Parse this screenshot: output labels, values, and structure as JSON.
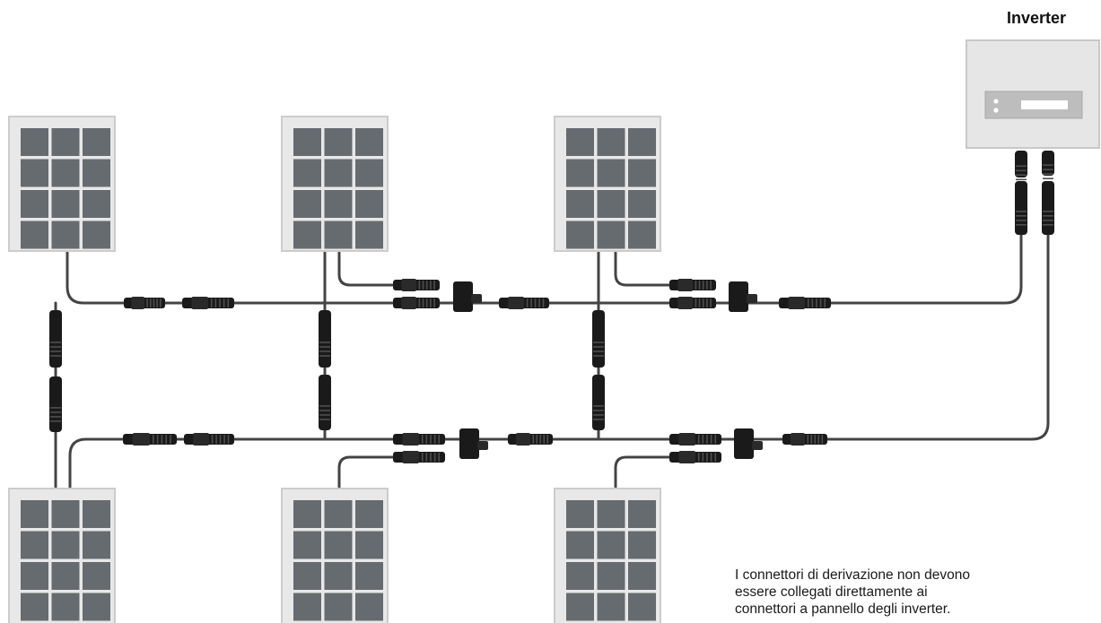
{
  "inverter": {
    "title": "Inverter"
  },
  "note": {
    "lines": [
      "I connettori di derivazione non devono",
      "essere collegati direttamente ai",
      "connettori a pannello degli inverter."
    ]
  },
  "colors": {
    "panel_frame": "#e8e8e8",
    "panel_border": "#cccccc",
    "panel_cell": "#666b70",
    "cable": "#444444",
    "connector": "#1a1a1a",
    "inverter_body": "#e6e6e6"
  },
  "icons": {
    "panel": "solar-panel-icon",
    "inverter": "inverter-icon",
    "connector": "mc4-connector-icon",
    "branch": "branch-connector-icon"
  }
}
